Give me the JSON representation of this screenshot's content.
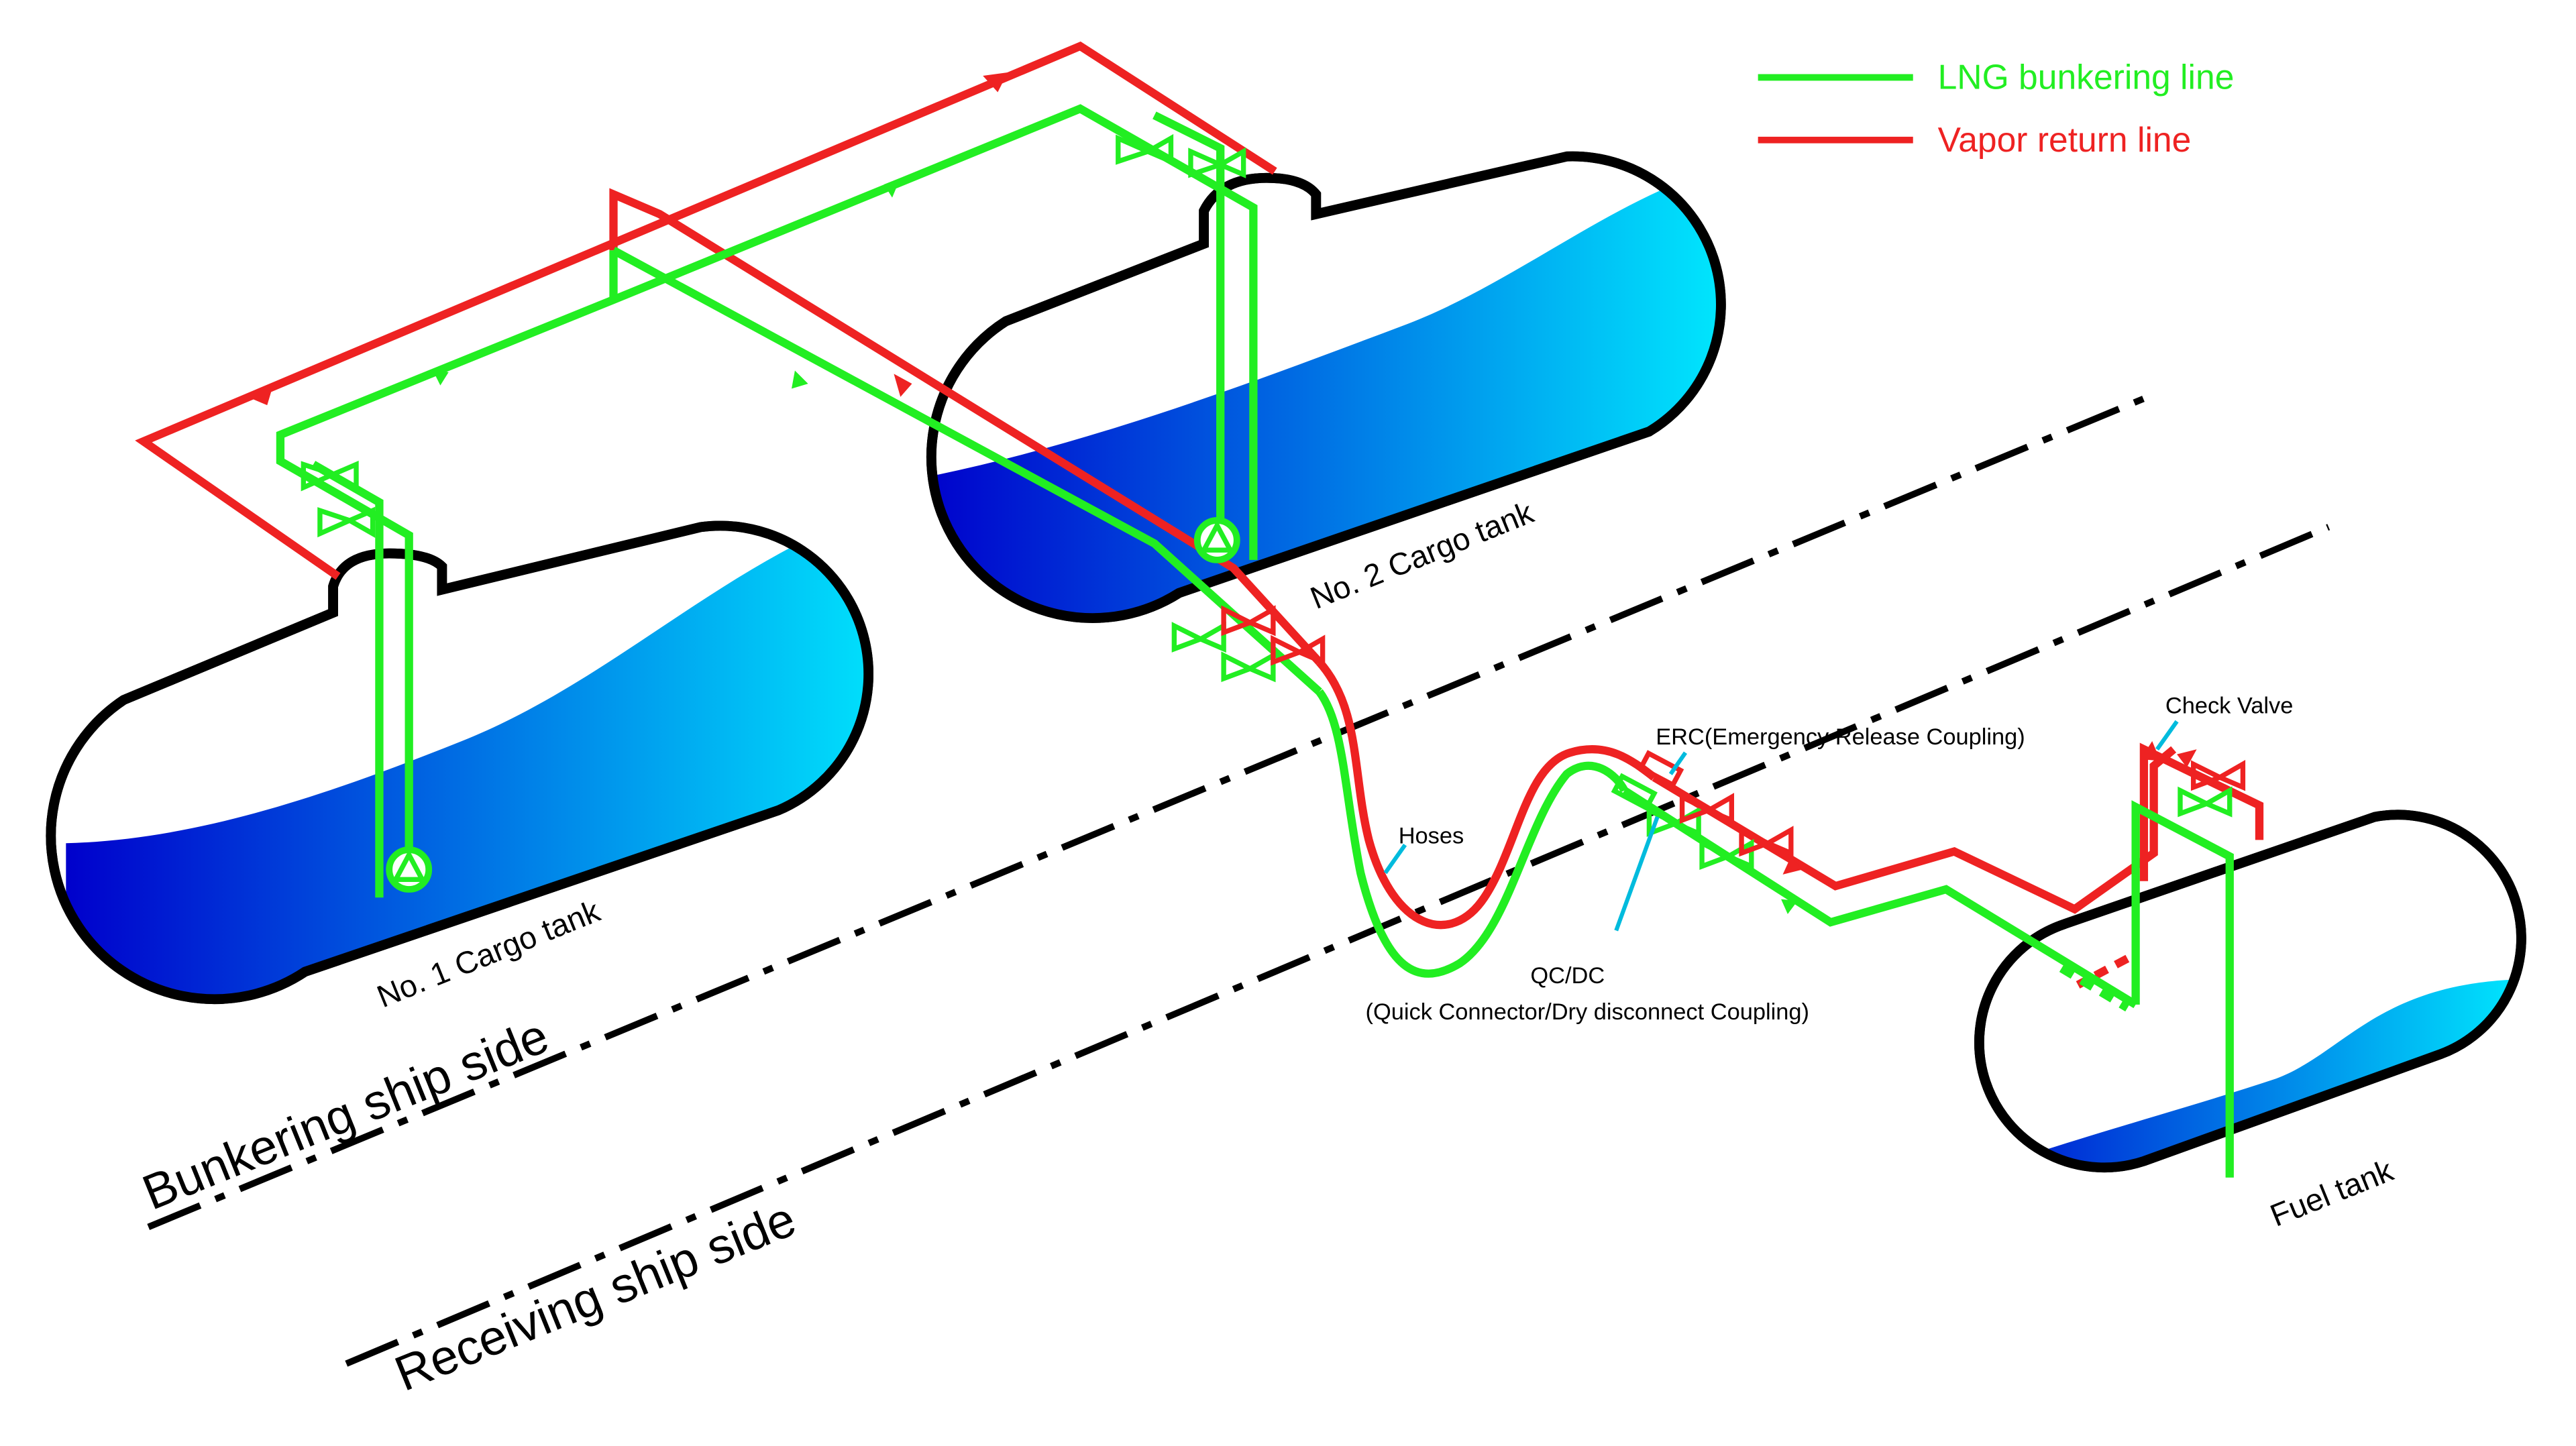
{
  "legend": {
    "lng_line": "LNG bunkering line",
    "vapor_line": "Vapor return line"
  },
  "labels": {
    "tank1": "No. 1 Cargo tank",
    "tank2": "No. 2 Cargo tank",
    "fuel_tank": "Fuel tank",
    "bunkering_side": "Bunkering ship side",
    "receiving_side": "Receiving ship side",
    "hoses": "Hoses",
    "erc": "ERC(Emergency Release Coupling)",
    "check_valve": "Check Valve",
    "qcdc": "QC/DC",
    "qcdc_full": "(Quick Connector/Dry disconnect Coupling)"
  },
  "colors": {
    "lng": "#22ee22",
    "vapor": "#ee2222",
    "liquid_dark": "#0000cc",
    "liquid_light": "#00eeff",
    "callout": "#00bbdd"
  },
  "icons": [
    "pump-icon",
    "valve-icon",
    "flow-arrow-icon"
  ]
}
